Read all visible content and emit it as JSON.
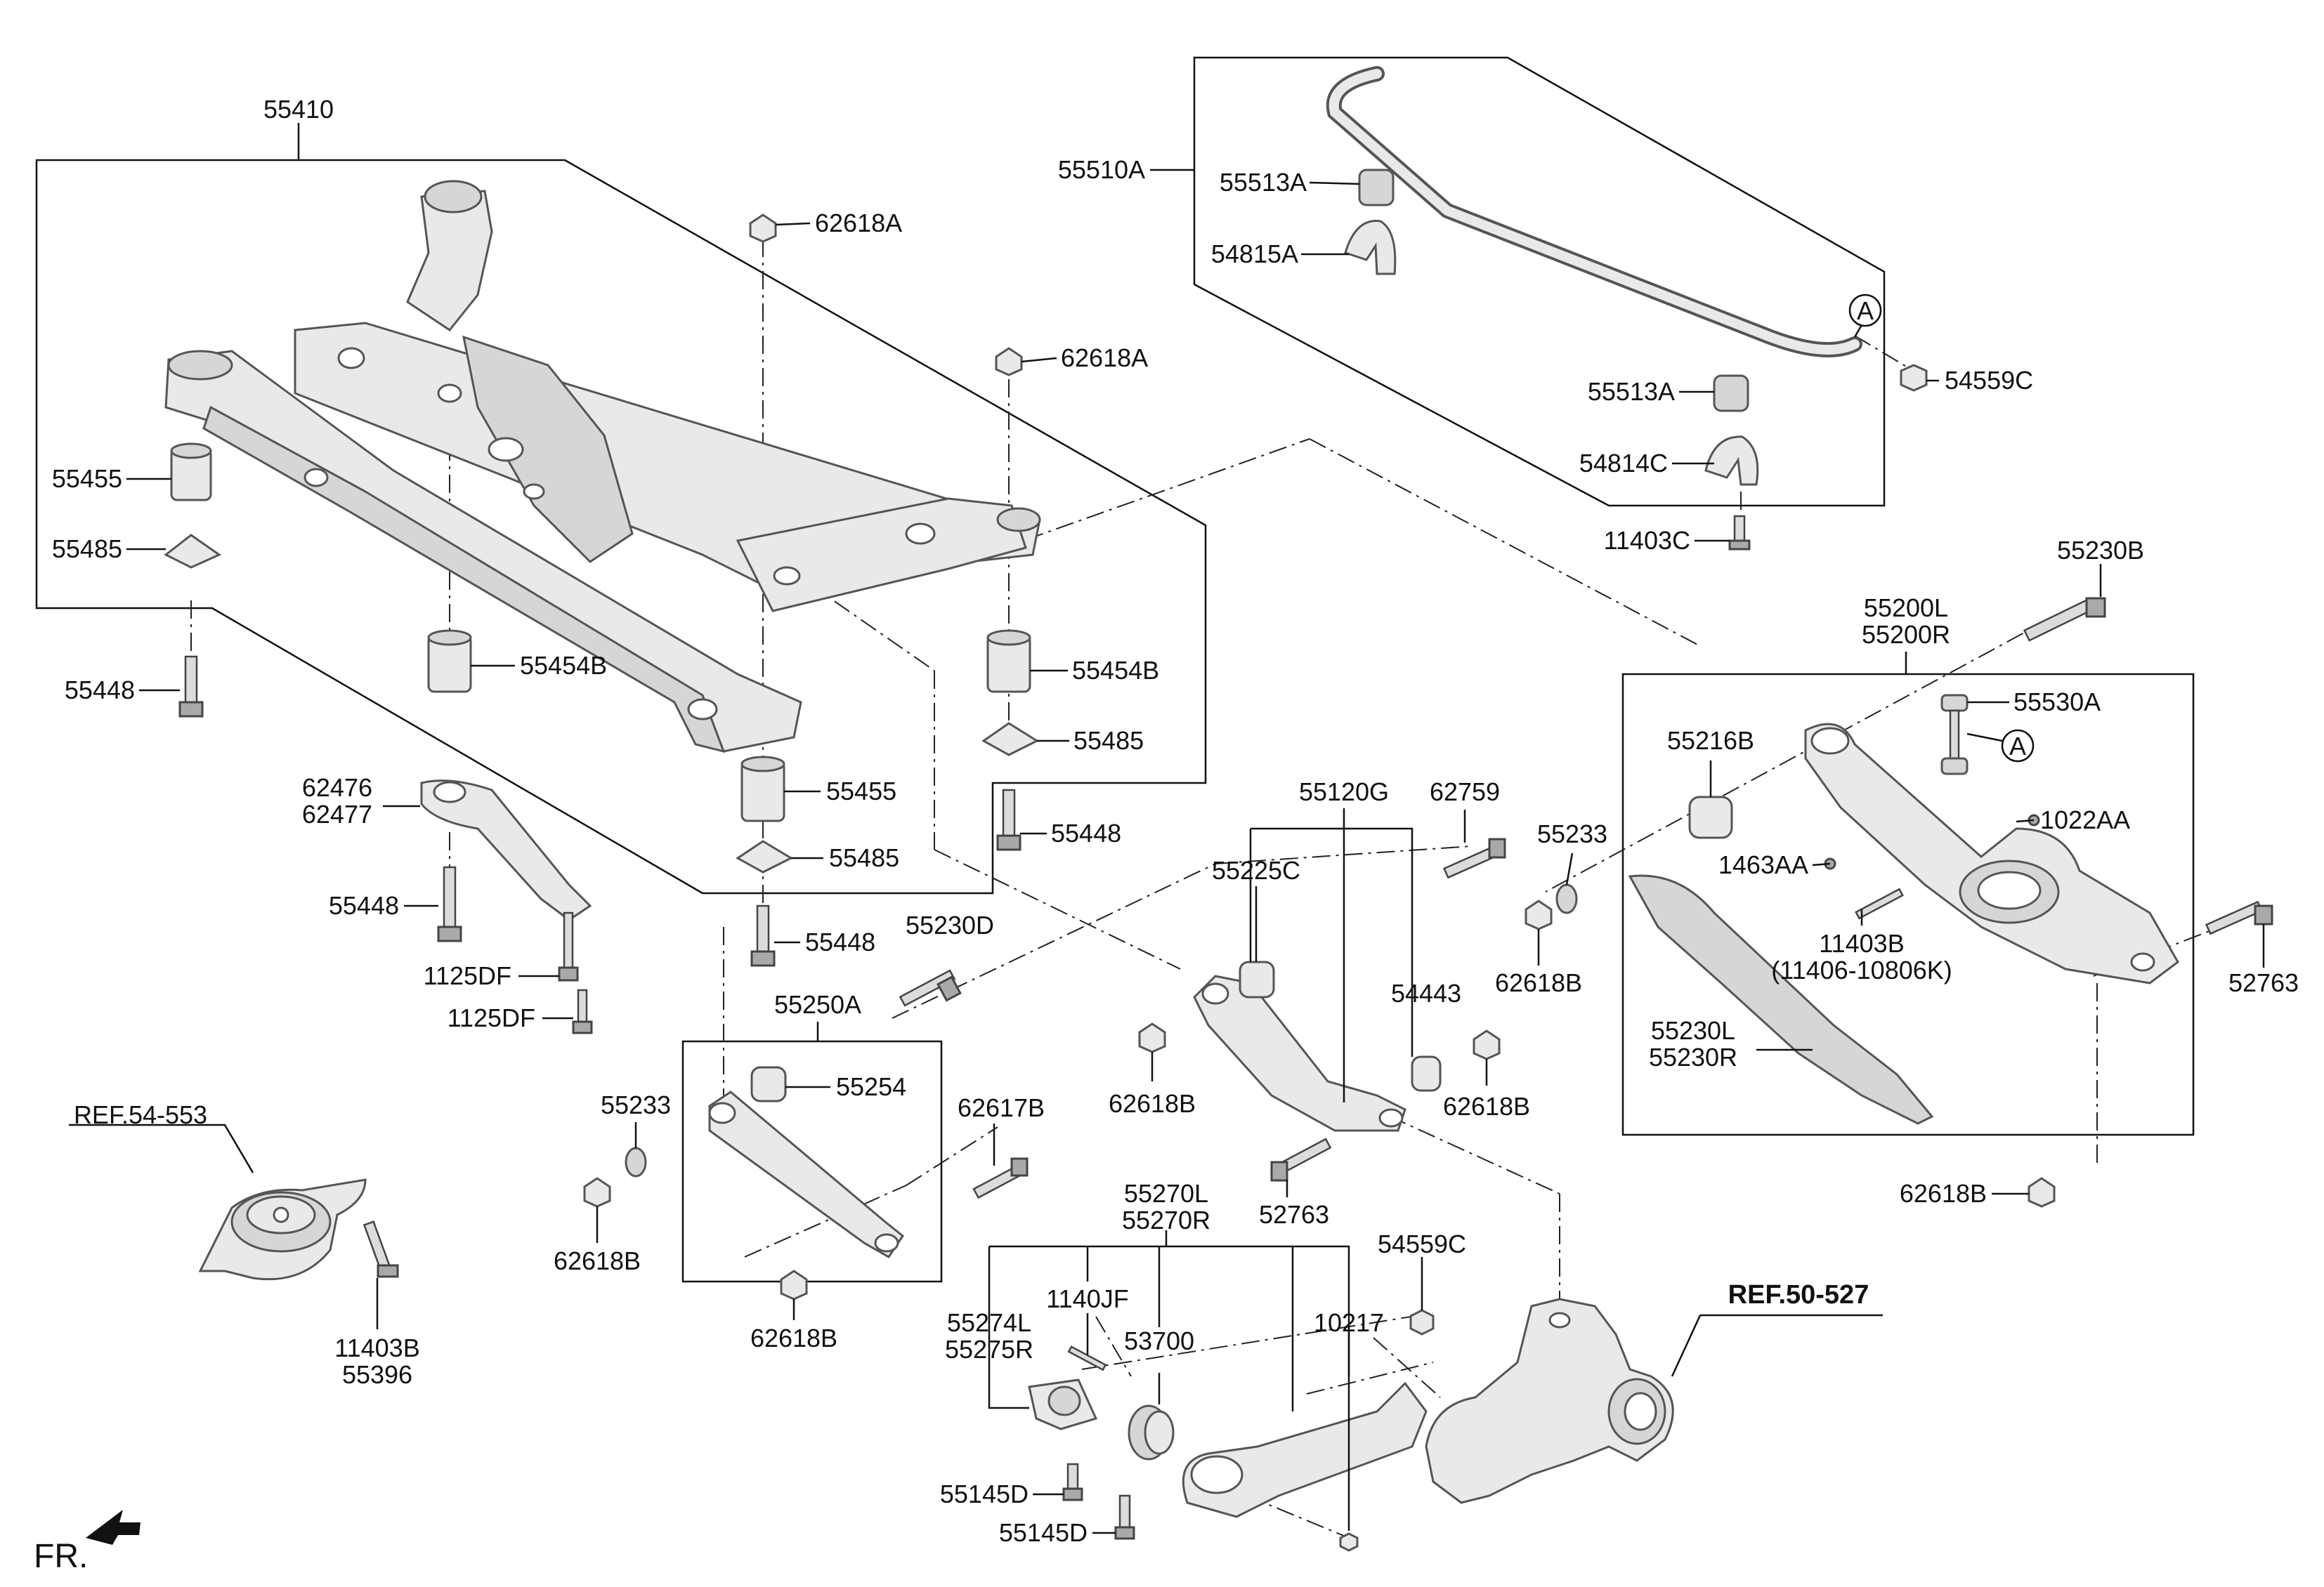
{
  "labels": {
    "l55410": "55410",
    "l62618A_1": "62618A",
    "l62618A_2": "62618A",
    "l55510A": "55510A",
    "l55513A_1": "55513A",
    "l54815A": "54815A",
    "l55513A_2": "55513A",
    "l54814C": "54814C",
    "l11403C": "11403C",
    "l54559C_1": "54559C",
    "l55455_1": "55455",
    "l55485_1": "55485",
    "l55448_1": "55448",
    "l55454B_1": "55454B",
    "l55454B_2": "55454B",
    "l55485_2": "55485",
    "l55455_2": "55455",
    "l55485_3": "55485",
    "l55448_2": "55448",
    "l55448_3": "55448",
    "l55448_4": "55448",
    "l62476": "62476",
    "l62477": "62477",
    "l1125DF_1": "1125DF",
    "l1125DF_2": "1125DF",
    "l55230D": "55230D",
    "l55250A": "55250A",
    "l55254": "55254",
    "l55233_1": "55233",
    "l62618B_1": "62618B",
    "l62617B": "62617B",
    "l62618B_2": "62618B",
    "lREF54": "REF.54-553",
    "l11403B_1": "11403B",
    "l55396": "55396",
    "lFR": "FR.",
    "l55120G": "55120G",
    "l62759": "62759",
    "l55225C": "55225C",
    "l54443": "54443",
    "l62618B_3": "62618B",
    "l62618B_4": "62618B",
    "l52763_1": "52763",
    "l55233_2": "55233",
    "l62618B_5": "62618B",
    "l55230B": "55230B",
    "l55200L": "55200L",
    "l55200R": "55200R",
    "l55216B": "55216B",
    "l55530A": "55530A",
    "l1022AA": "1022AA",
    "l1463AA": "1463AA",
    "l11403B_2": "11403B",
    "l11406": "(11406-10806K)",
    "l55230L": "55230L",
    "l55230R": "55230R",
    "l52763_2": "52763",
    "l62618B_6": "62618B",
    "l55270L": "55270L",
    "l55270R": "55270R",
    "l54559C_2": "54559C",
    "l1140JF": "1140JF",
    "l55274L": "55274L",
    "l55275R": "55275R",
    "l53700": "53700",
    "l10217": "10217",
    "l55145D_1": "55145D",
    "l55145D_2": "55145D",
    "lREF50": "REF.50-527",
    "calloutA_1": "A",
    "calloutA_2": "A"
  },
  "colors": {
    "line": "#111111",
    "part_fill": "#e9e9e9",
    "part_shade": "#d6d6d6",
    "part_dark": "#a9a9a9"
  }
}
